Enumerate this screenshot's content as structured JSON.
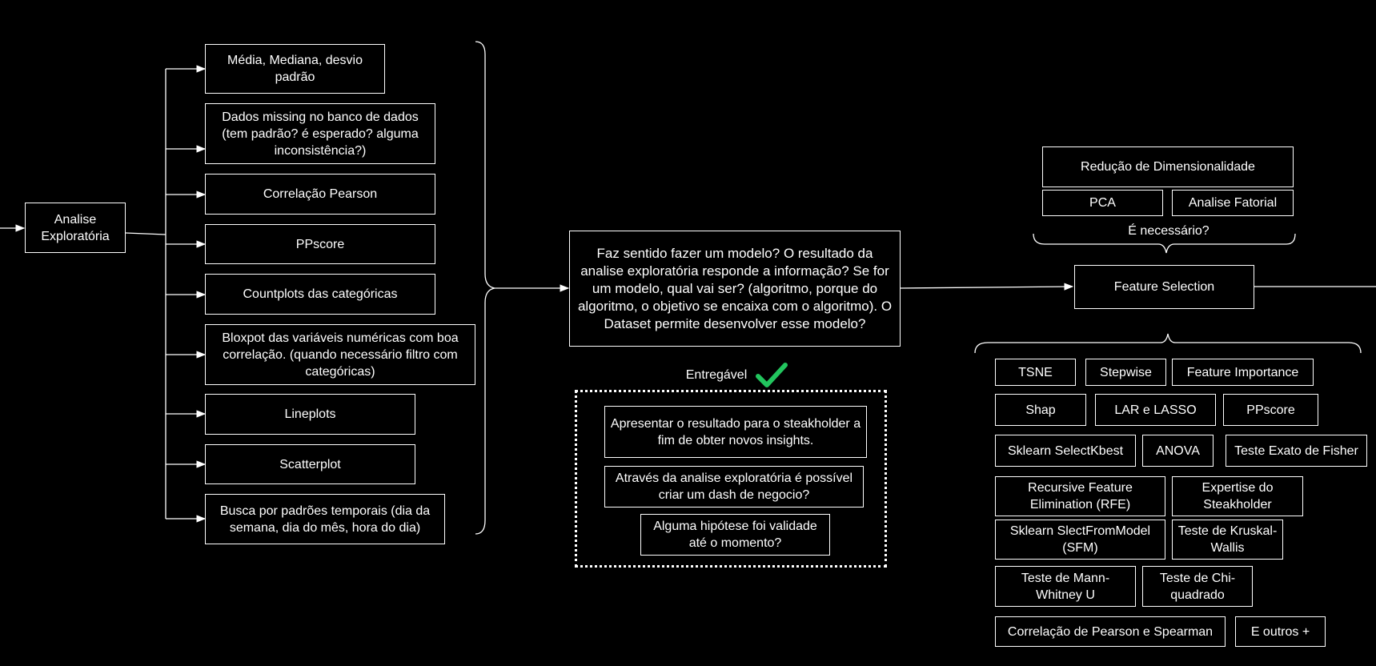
{
  "root": "Analise Exploratória",
  "eda_items": [
    "Média, Mediana, desvio padrão",
    "Dados missing no banco de dados (tem padrão? é esperado? alguma inconsistência?)",
    "Correlação Pearson",
    "PPscore",
    "Countplots das categóricas",
    "Bloxpot das variáveis numéricas com boa correlação. (quando necessário filtro com categóricas)",
    "Lineplots",
    "Scatterplot",
    "Busca por padrões temporais (dia da semana, dia do mês, hora do dia)"
  ],
  "question": "Faz sentido fazer um modelo? O resultado da analise exploratória responde a informação? Se for um modelo, qual vai ser? (algoritmo, porque do algoritmo, o objetivo se encaixa com o algoritmo). O Dataset permite desenvolver esse modelo?",
  "deliverable": {
    "label": "Entregável",
    "items": [
      "Apresentar o resultado para o steakholder a fim de obter novos insights.",
      "Através da analise exploratória é possível criar um dash de negocio?",
      "Alguma hipótese foi validade até o momento?"
    ]
  },
  "dim_reduction": {
    "title": "Redução de Dimensionalidade",
    "methods": [
      "PCA",
      "Analise Fatorial"
    ],
    "question": "É necessário?"
  },
  "feature_selection": "Feature Selection",
  "techniques": [
    "TSNE",
    "Stepwise",
    "Feature Importance",
    "Shap",
    "LAR e LASSO",
    "PPscore",
    "Sklearn SelectKbest",
    "ANOVA",
    "Teste Exato de Fisher",
    "Recursive Feature Elimination (RFE)",
    "Expertise do Steakholder",
    "Sklearn SlectFromModel (SFM)",
    "Teste de Kruskal-Wallis",
    "Teste de Mann-Whitney U",
    "Teste de Chi-quadrado",
    "Correlação de Pearson e Spearman",
    "E outros +"
  ],
  "colors": {
    "background": "#000000",
    "stroke": "#ffffff",
    "check": "#22c55e"
  }
}
